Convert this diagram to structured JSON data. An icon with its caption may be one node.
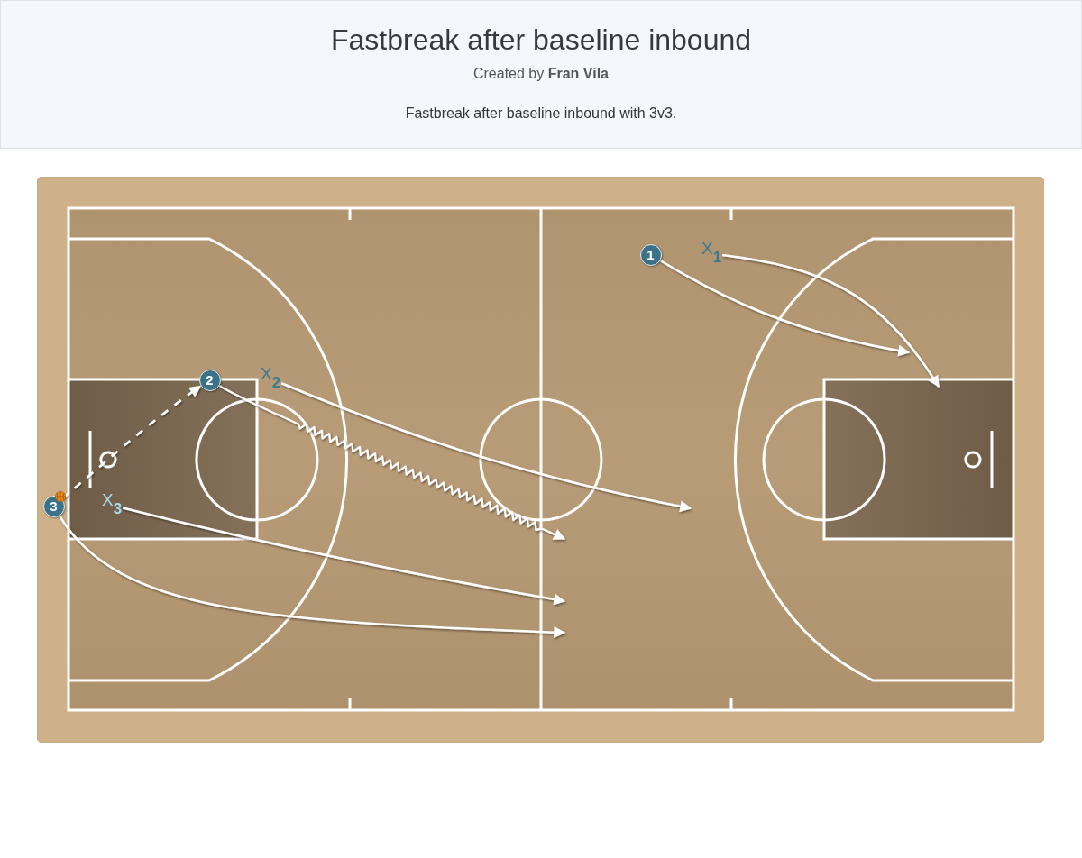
{
  "diagram": {
    "title": "Fastbreak after baseline inbound",
    "caption": "Fastbreak after baseline inbound with 3v3.",
    "nodes": [
      {
        "text": [
          "1"
        ]
      },
      {
        "text": [
          "X$_{1}$"
        ]
      },
      {
        "text": [
          "2"
        ]
      },
      {
        "text": [
          "X$_{2}$"
        ]
      },
      {
        "text": [
          "3"
        ]
      },
      {
        "text": [
          "X$_{3}$"
        ]
      }
    ],
    "edges": [
      {
        "from": 0,
        "to": null,
        "arrow": "to"
      },
      {
        "from": 1,
        "to": null,
        "arrow": "to"
      },
      {
        "from": 4,
        "to": 2,
        "arrow": "to",
        "style": "dashed"
      },
      {
        "from": 2,
        "to": null,
        "arrow": "to"
      },
      {
        "from": 3,
        "to": null,
        "arrow": "to"
      },
      {
        "from": 5,
        "to": null,
        "arrow": "to"
      },
      {
        "from": 4,
        "to": null,
        "arrow": "to"
      }
    ],
    "labels": [
      "Created by **Fran Vila**"
    ]
  }
}
